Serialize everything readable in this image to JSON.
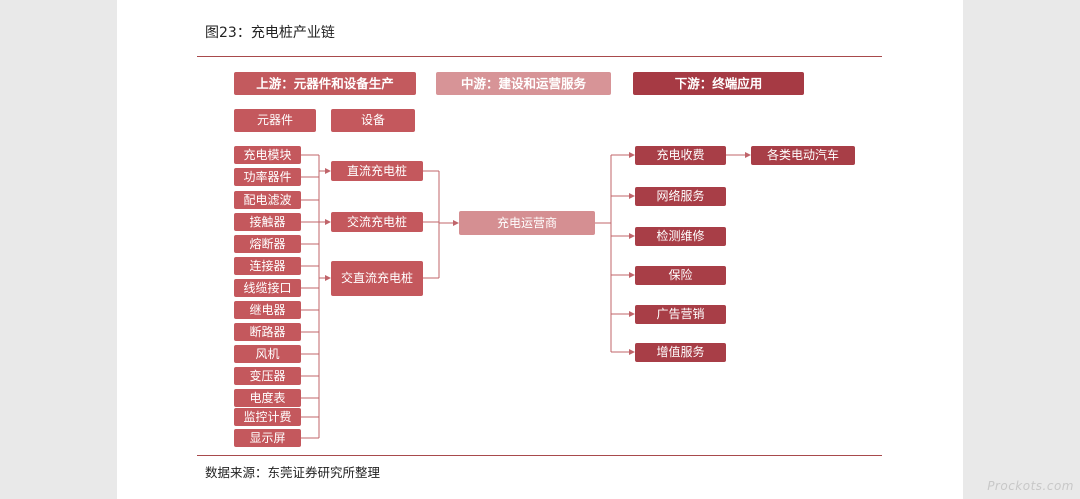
{
  "figure": {
    "title": "图23：充电桩产业链",
    "source": "数据来源：东莞证券研究所整理"
  },
  "headers": {
    "upstream": "上游：元器件和设备生产",
    "midstream": "中游：建设和运营服务",
    "downstream": "下游：终端应用"
  },
  "upstream": {
    "categories": [
      "元器件",
      "设备"
    ],
    "components": [
      "充电模块",
      "功率器件",
      "配电滤波",
      "接触器",
      "熔断器",
      "连接器",
      "线缆接口",
      "继电器",
      "断路器",
      "风机",
      "变压器",
      "电度表",
      "监控计费",
      "显示屏"
    ],
    "equipment": [
      "直流充电桩",
      "交流充电桩",
      "交直流充电桩"
    ]
  },
  "midstream": {
    "operator": "充电运营商"
  },
  "downstream": {
    "services": [
      "充电收费",
      "网络服务",
      "检测维修",
      "保险",
      "广告营销",
      "增值服务"
    ],
    "end_user": "各类电动汽车"
  },
  "watermark": "Prockots.com",
  "colors": {
    "upstream_header": "#c35a5e",
    "midstream_header": "#d79497",
    "downstream_header": "#a63a44",
    "connector": "#c0646a"
  }
}
